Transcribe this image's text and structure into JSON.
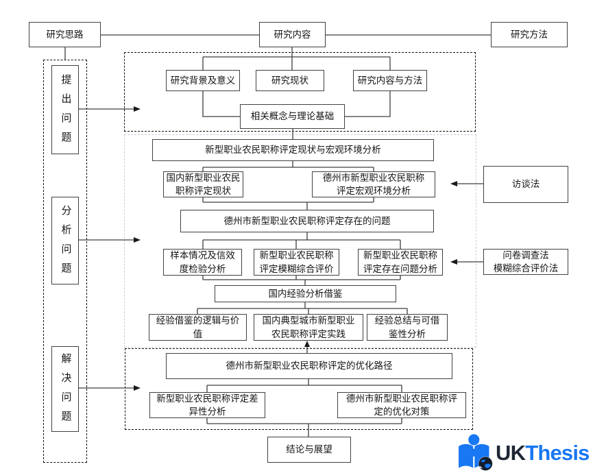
{
  "diagram": {
    "top_row": {
      "research_idea": "研究思路",
      "research_content": "研究内容",
      "research_method": "研究方法"
    },
    "stages": {
      "propose": "提出问题",
      "analyze": "分析问题",
      "solve": "解决问题"
    },
    "section_intro": {
      "background": "研究背景及意义",
      "status": "研究现状",
      "content_method": "研究内容与方法",
      "concepts": "相关概念与理论基础"
    },
    "section_analysis": {
      "overview": "新型职业农民职称评定现状与宏观环境分析",
      "domestic_status": "国内新型职业农民\n职称评定现状",
      "dezhou_macro": "德州市新型职业农民职称\n评定宏观环境分析",
      "dezhou_problems": "德州市新型职业农民职称评定存在的问题",
      "sample_reliability": "样本情况及信效\n度检验分析",
      "fuzzy_evaluation": "新型职业农民职称\n评定模糊综合评价",
      "problem_analysis": "新型职业农民职称\n评定存在问题分析",
      "domestic_experience": "国内经验分析借鉴",
      "experience_logic": "经验借鉴的逻辑与价\n值",
      "typical_practice": "国内典型城市新型职业\n农民职称评定实践",
      "experience_summary": "经验总结与可借\n鉴性分析"
    },
    "section_solution": {
      "optimization_path": "德州市新型职业农民职称评定的优化路径",
      "difference_analysis": "新型职业农民职称评定差\n异性分析",
      "optimization_measures": "德州市新型职业农民职称评\n定的优化对策"
    },
    "conclusion": "结论与展望",
    "methods": {
      "interview": "访谈法",
      "questionnaire": "问卷调查法\n模糊综合评价法"
    }
  },
  "logo": {
    "uk": "UK",
    "thesis": "Thesis",
    "blue": "#1877F2",
    "dark": "#1E2733"
  }
}
